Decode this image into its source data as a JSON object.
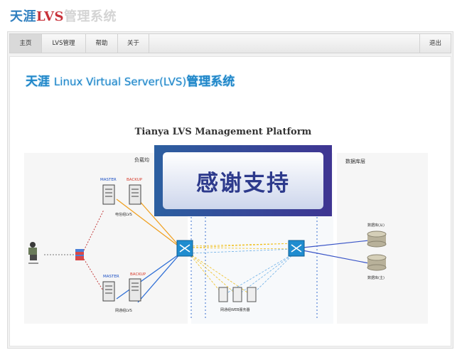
{
  "logo": {
    "part1": "天涯",
    "part2": "LVS",
    "part3": "管理系统"
  },
  "nav": {
    "items": [
      {
        "label": "主页"
      },
      {
        "label": "LVS管理"
      },
      {
        "label": "帮助"
      },
      {
        "label": "关于"
      }
    ],
    "logout": "退出"
  },
  "banner": {
    "cn1": "天涯",
    "en": "Linux Virtual Server(LVS)",
    "cn2": "管理系统"
  },
  "diagram": {
    "platform_title": "Tianya LVS Management Platform",
    "layer_lb": "负载均",
    "layer_db": "数据库层",
    "master_top": "MASTER",
    "backup_top": "BACKUP",
    "group_telecom": "电信组LVS",
    "master_bottom": "MASTER",
    "backup_bottom": "BACKUP",
    "group_netcom": "网通组LVS",
    "web_group": "网通组WEB服务器",
    "db_slave": "数据库(从)",
    "db_master": "数据库(主)"
  },
  "overlay": {
    "text": "感谢支持"
  },
  "colors": {
    "master": "#1a4fc4",
    "backup": "#d63a2a",
    "accent": "#1f86c8"
  }
}
